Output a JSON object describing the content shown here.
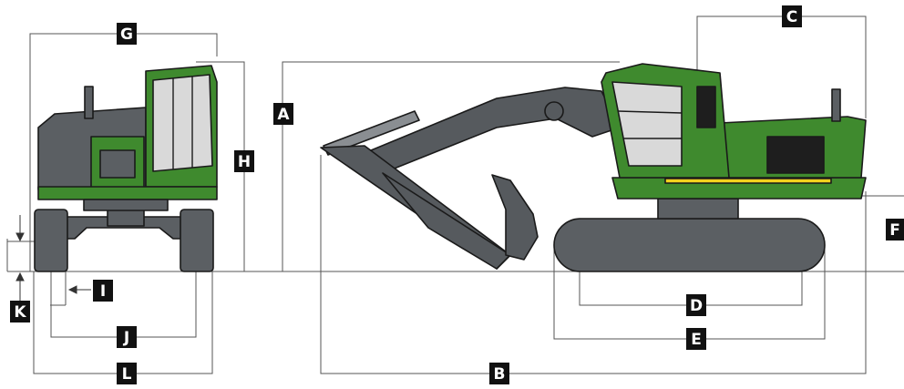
{
  "colors": {
    "machine_green": "#3f8a2e",
    "machine_green_dark": "#2f6a22",
    "boom_gray": "#565a5e",
    "track_gray": "#5b5f63",
    "outline": "#1a1a1a",
    "label_bg": "#111111",
    "label_text": "#ffffff",
    "accent_yellow": "#f2d21e",
    "window_gray": "#d9d9d9",
    "dim_line": "#555555"
  },
  "labels": {
    "A": "A",
    "B": "B",
    "C": "C",
    "D": "D",
    "E": "E",
    "F": "F",
    "G": "G",
    "H": "H",
    "I": "I",
    "J": "J",
    "K": "K",
    "L": "L"
  }
}
